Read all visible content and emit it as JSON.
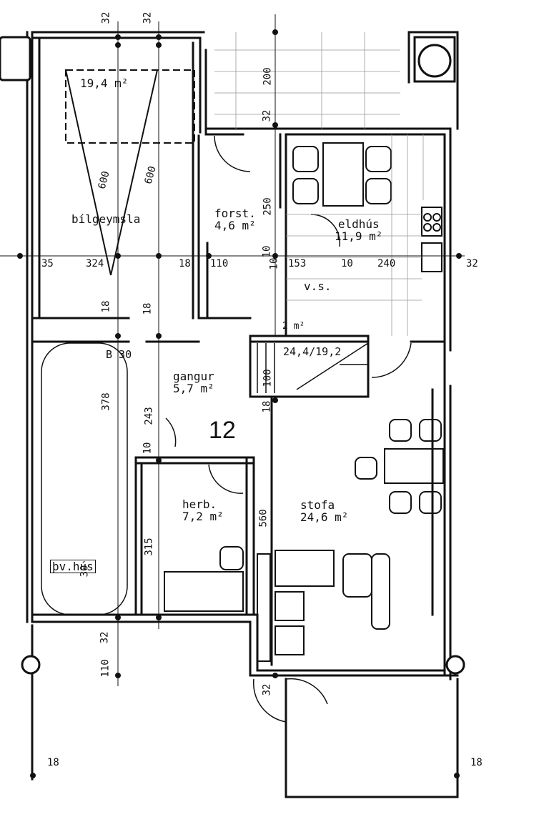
{
  "plan": {
    "unit_number": "12",
    "rooms": [
      {
        "id": "bilgeymsla",
        "name": "bílgeymsla",
        "area": "19,4 m²"
      },
      {
        "id": "forst",
        "name": "forst.",
        "area": "4,6 m²"
      },
      {
        "id": "eldhus",
        "name": "eldhús",
        "area": "11,9 m²"
      },
      {
        "id": "vs",
        "name": "v.s.",
        "area": "2 m²"
      },
      {
        "id": "gangur",
        "name": "gangur",
        "area": "5,7 m²"
      },
      {
        "id": "herb",
        "name": "herb.",
        "area": "7,2 m²"
      },
      {
        "id": "stofa",
        "name": "stofa",
        "area": "24,6 m²"
      },
      {
        "id": "thvhus",
        "name": "þv.hús",
        "area": ""
      }
    ],
    "stair_label": "24,4/19,2",
    "column_label": "B 30",
    "dimensions": [
      "32",
      "32",
      "200",
      "32",
      "600",
      "600",
      "250",
      "10",
      "153",
      "10",
      "10",
      "240",
      "32",
      "35",
      "324",
      "18",
      "110",
      "18",
      "18",
      "378",
      "243",
      "10",
      "100",
      "18",
      "315",
      "560",
      "30",
      "32",
      "110",
      "32",
      "18",
      "18"
    ]
  },
  "colors": {
    "line": "#111111",
    "background": "#ffffff"
  }
}
